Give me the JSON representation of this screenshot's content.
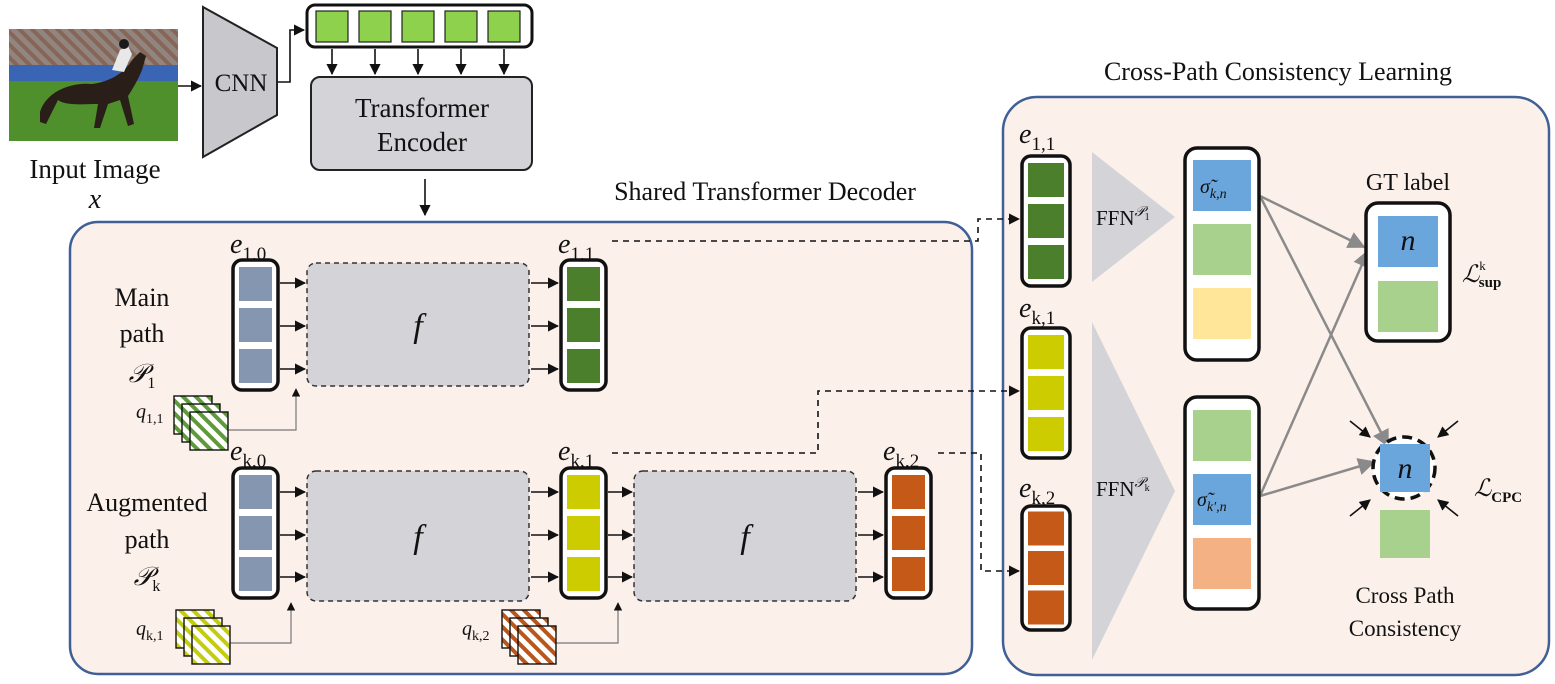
{
  "colors": {
    "panel_fill": "#fcf0ea",
    "panel_border": "#3f5f96",
    "gray_box": "#d3d3d8",
    "cnn_fill": "#c7c7cc",
    "query_blue": "#8596b1",
    "green_bright": "#8dd14c",
    "green_dark": "#4c7f2c",
    "yellow_green": "#cccc00",
    "orange": "#c55a18",
    "blue": "#6aa6db",
    "light_green": "#a9d18e",
    "light_yellow": "#ffe699",
    "salmon": "#f4b183",
    "ffn_gray": "#d4d4d8",
    "arrow_gray": "#8a8a8a"
  },
  "input": {
    "label": "Input Image",
    "var": "x",
    "image_icon": "horse-racing-photo"
  },
  "cnn": {
    "label": "CNN"
  },
  "encoder": {
    "line1": "Transformer",
    "line2": "Encoder"
  },
  "decoder": {
    "title": "Shared Transformer Decoder",
    "f_label": "f"
  },
  "main_path": {
    "line1": "Main",
    "line2": "path",
    "symbol": "𝒫",
    "sub": "1",
    "e_in_base": "e",
    "e_in_sub": "1,0",
    "e_out_base": "e",
    "e_out_sub": "1,1",
    "q_base": "q",
    "q_sub": "1,1"
  },
  "aug_path": {
    "line1": "Augmented",
    "line2": "path",
    "symbol": "𝒫",
    "sub": "k",
    "e_in_base": "e",
    "e_in_sub": "k,0",
    "e_mid_base": "e",
    "e_mid_sub": "k,1",
    "e_out_base": "e",
    "e_out_sub": "k,2",
    "q1_base": "q",
    "q1_sub": "k,1",
    "q2_base": "q",
    "q2_sub": "k,2"
  },
  "cpc": {
    "title": "Cross-Path Consistency Learning",
    "e11_base": "e",
    "e11_sub": "1,1",
    "ek1_base": "e",
    "ek1_sub": "k,1",
    "ek2_base": "e",
    "ek2_sub": "k,2",
    "ffn_base": "FFN",
    "ffn1_sup_sym": "𝒫",
    "ffn1_sup_sub": "1",
    "ffnk_sup_sym": "𝒫",
    "ffnk_sup_sub": "k",
    "sigma1_base": "σ̃",
    "sigma1_sub": "k,n",
    "sigma2_base": "σ̃",
    "sigma2_sub": "k′,n",
    "gt_label": "GT label",
    "n_label": "n",
    "loss_sup_base": "ℒ",
    "loss_sup_sub": "sup",
    "loss_sup_sup": "k",
    "loss_cpc_base": "ℒ",
    "loss_cpc_sub": "CPC",
    "consistency_line1": "Cross Path",
    "consistency_line2": "Consistency"
  }
}
